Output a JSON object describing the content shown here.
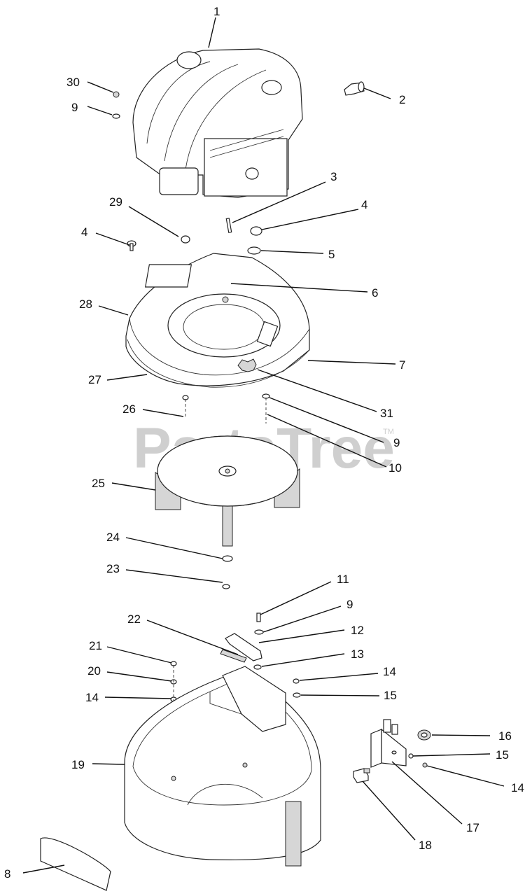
{
  "watermark": {
    "text": "PartsTree",
    "tm": "TM"
  },
  "callouts": [
    "1",
    "2",
    "3",
    "4",
    "4",
    "5",
    "6",
    "7",
    "8",
    "9",
    "9",
    "9",
    "10",
    "11",
    "12",
    "13",
    "14",
    "14",
    "14",
    "15",
    "15",
    "16",
    "17",
    "18",
    "19",
    "20",
    "21",
    "22",
    "23",
    "24",
    "25",
    "26",
    "27",
    "28",
    "29",
    "30",
    "31"
  ]
}
